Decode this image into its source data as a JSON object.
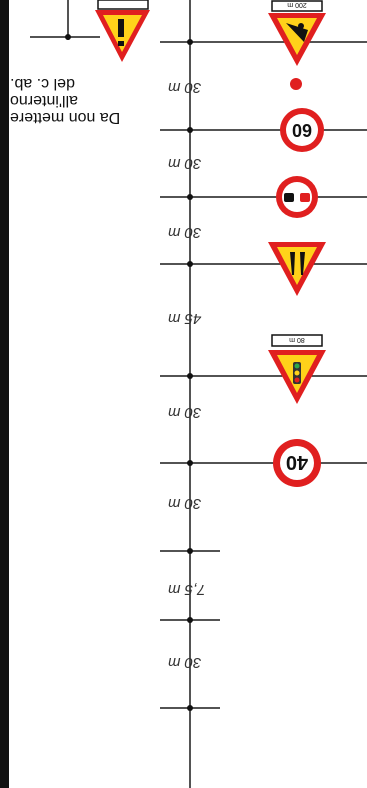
{
  "diagram": {
    "background": "#ffffff",
    "line_color": "#1a1a1a",
    "sign_colors": {
      "red": "#e01f1f",
      "yellow": "#ffd21a",
      "white": "#ffffff",
      "black": "#111111"
    },
    "top_signs": [
      {
        "name": "warning-sign-with-plate",
        "plate_text": "200 m"
      },
      {
        "name": "partial-warning-sign"
      }
    ],
    "signs": [
      {
        "name": "red-dot-marker"
      },
      {
        "name": "speed-limit-60",
        "text": "60"
      },
      {
        "name": "no-overtaking-sign"
      },
      {
        "name": "road-narrows-warning-sign"
      },
      {
        "name": "traffic-light-warning-sign",
        "plate_text": "80 m"
      },
      {
        "name": "speed-limit-40",
        "text": "40"
      }
    ],
    "distances": [
      "30 m",
      "30 m",
      "30 m",
      "45 m",
      "30 m",
      "30 m",
      "7,5 m",
      "30 m"
    ],
    "note": {
      "line1": "Da non mettere",
      "line2": "all'interno",
      "line3": "del c. ab."
    }
  }
}
